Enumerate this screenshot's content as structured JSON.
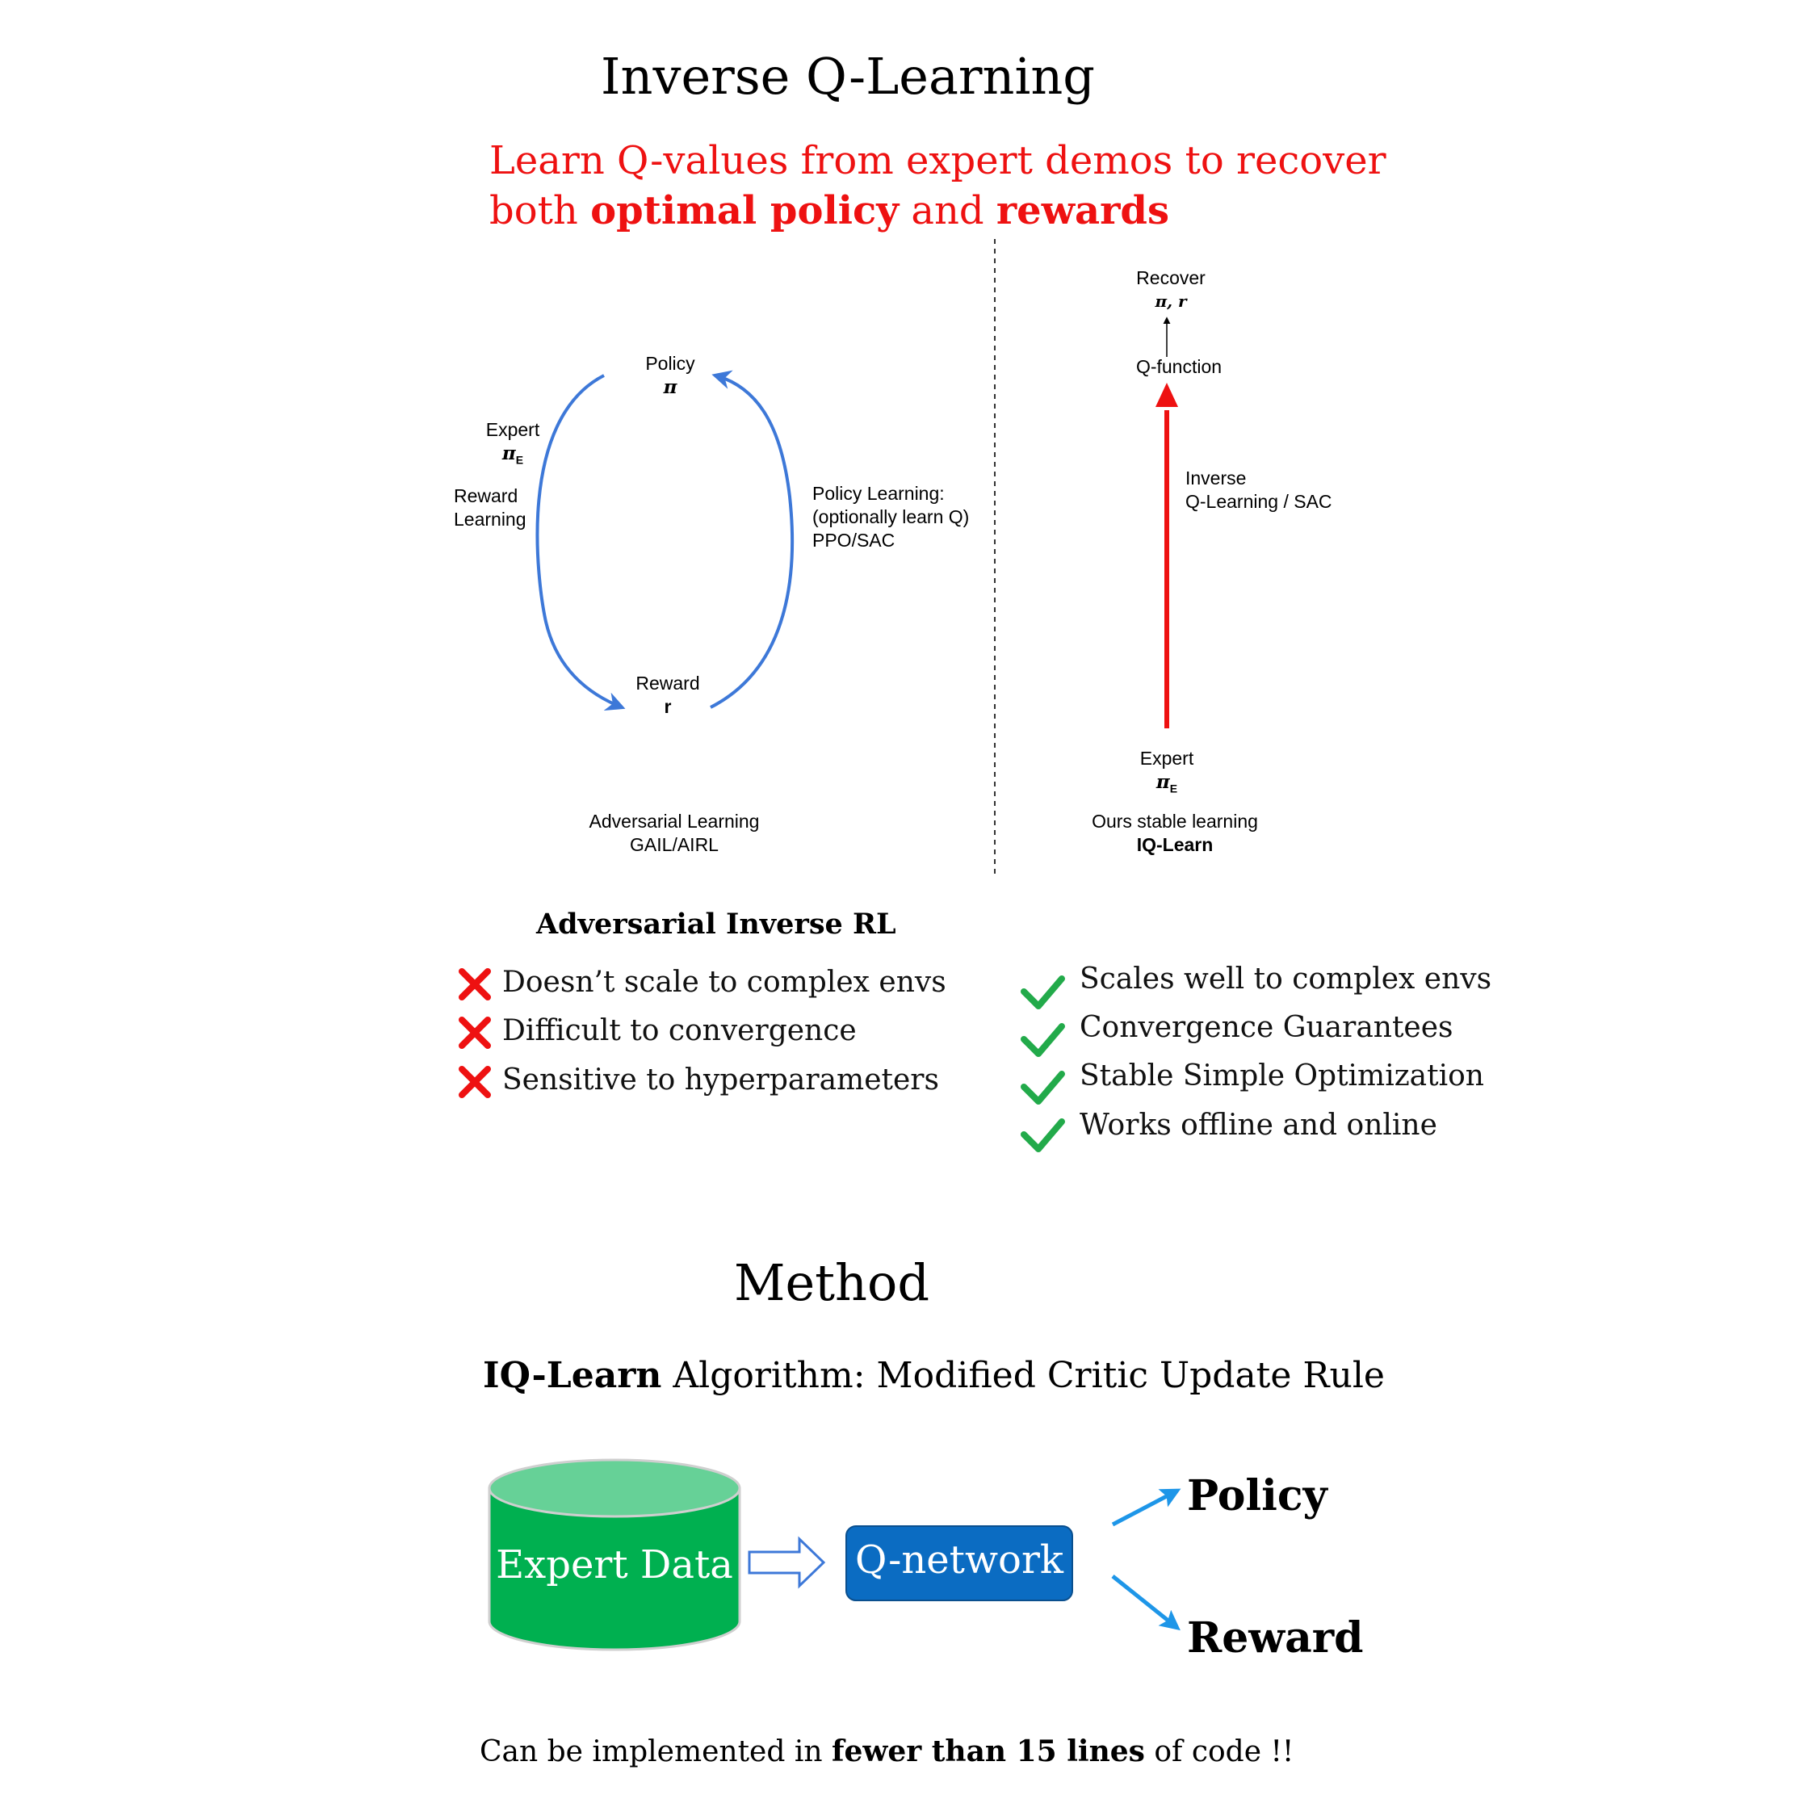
{
  "title": "Inverse Q-Learning",
  "subtitle": {
    "line1": "Learn Q-values from expert demos to recover",
    "line2_prefix": "both ",
    "line2_bold1": "optimal policy",
    "line2_middle": " and ",
    "line2_bold2": "rewards"
  },
  "left_diagram": {
    "policy_label": "Policy",
    "policy_symbol": "π",
    "expert_label": "Expert",
    "expert_symbol": "π",
    "expert_sub": "E",
    "reward_learning_1": "Reward",
    "reward_learning_2": "Learning",
    "policy_learning_1": "Policy Learning:",
    "policy_learning_2": "(optionally learn Q)",
    "policy_learning_3": "PPO/SAC",
    "reward_label": "Reward",
    "reward_symbol": "r",
    "caption_1": "Adversarial Learning",
    "caption_2": "GAIL/AIRL",
    "arrow_color": "#3d78d8"
  },
  "right_diagram": {
    "recover_label": "Recover",
    "recover_symbols": "π, r",
    "q_function_label": "Q-function",
    "inverse_label_1": "Inverse",
    "inverse_label_2": "Q-Learning / SAC",
    "expert_label": "Expert",
    "expert_symbol": "π",
    "expert_sub": "E",
    "caption_1": "Ours stable learning",
    "caption_2": "IQ-Learn",
    "arrow_color": "#ee1111"
  },
  "cons": {
    "heading": "Adversarial Inverse RL",
    "items": [
      "Doesn’t scale to complex envs",
      "Difficult to convergence",
      "Sensitive to hyperparameters"
    ],
    "icon": "cross-icon",
    "color": "#ee1111"
  },
  "pros": {
    "items": [
      "Scales well to complex envs",
      "Convergence Guarantees",
      "Stable Simple Optimization",
      "Works offline and online"
    ],
    "icon": "check-icon",
    "color": "#22aa4a"
  },
  "method": {
    "heading": "Method",
    "algo_bold": "IQ-Learn",
    "algo_rest": " Algorithm: Modified Critic Update Rule",
    "expert_data": "Expert Data",
    "q_network": "Q-network",
    "policy": "Policy",
    "reward": "Reward",
    "footer_prefix": "Can be implemented in ",
    "footer_bold": "fewer than 15 lines",
    "footer_suffix": " of code !!",
    "cylinder_color": "#00b050",
    "cylinder_top_color": "#66d197",
    "qnet_color": "#0b6cc2",
    "arrow_color": "#1e96e8"
  }
}
